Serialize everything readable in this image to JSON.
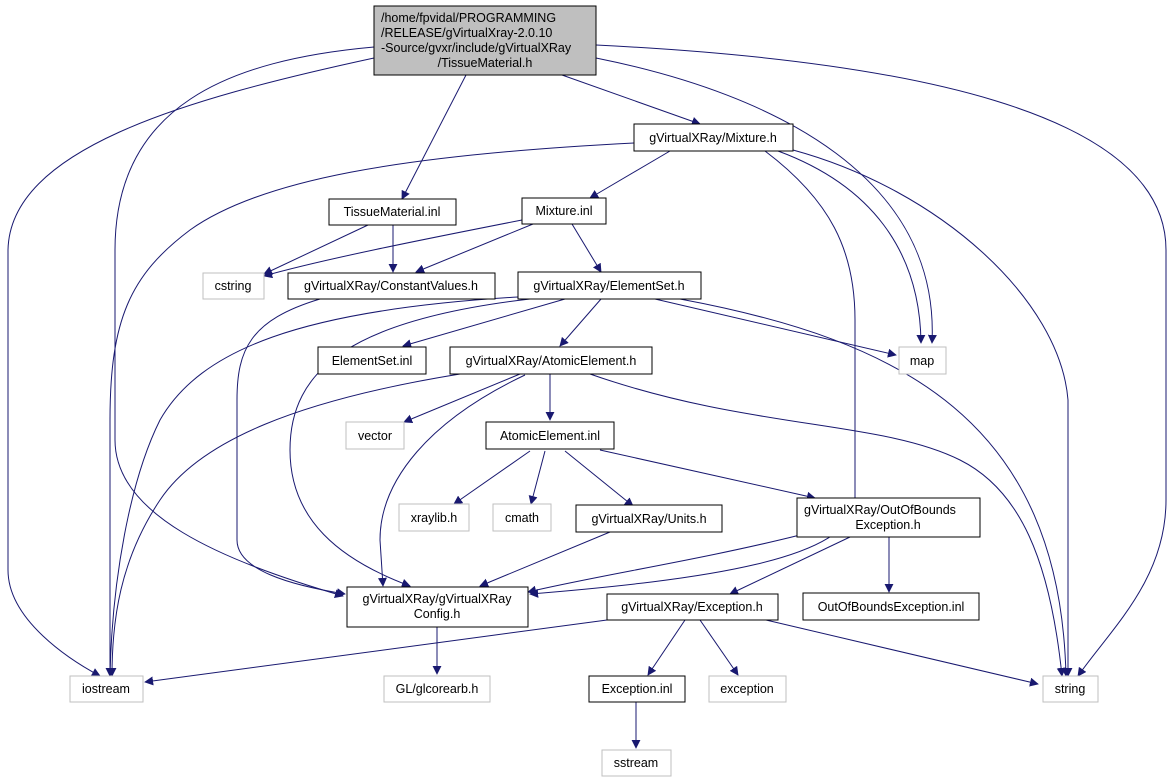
{
  "colors": {
    "edge": "#191970",
    "node_border": "#000000",
    "ext_border": "#bfbfbf",
    "root_fill": "#bfbfbf",
    "node_fill": "#ffffff"
  },
  "nodes": {
    "root": {
      "lines": [
        "/home/fpvidal/PROGRAMMING",
        "/RELEASE/gVirtualXray-2.0.10",
        "-Source/gvxr/include/gVirtualXRay",
        "/TissueMaterial.h"
      ]
    },
    "mixture_h": {
      "lines": [
        "gVirtualXRay/Mixture.h"
      ]
    },
    "tissuematerial_inl": {
      "lines": [
        "TissueMaterial.inl"
      ]
    },
    "mixture_inl": {
      "lines": [
        "Mixture.inl"
      ]
    },
    "cstring": {
      "lines": [
        "cstring"
      ]
    },
    "constantvalues_h": {
      "lines": [
        "gVirtualXRay/ConstantValues.h"
      ]
    },
    "elementset_h": {
      "lines": [
        "gVirtualXRay/ElementSet.h"
      ]
    },
    "elementset_inl": {
      "lines": [
        "ElementSet.inl"
      ]
    },
    "atomicelement_h": {
      "lines": [
        "gVirtualXRay/AtomicElement.h"
      ]
    },
    "map": {
      "lines": [
        "map"
      ]
    },
    "vector": {
      "lines": [
        "vector"
      ]
    },
    "atomicelement_inl": {
      "lines": [
        "AtomicElement.inl"
      ]
    },
    "xraylib_h": {
      "lines": [
        "xraylib.h"
      ]
    },
    "cmath": {
      "lines": [
        "cmath"
      ]
    },
    "units_h": {
      "lines": [
        "gVirtualXRay/Units.h"
      ]
    },
    "outofbounds_h": {
      "lines": [
        "gVirtualXRay/OutOfBounds",
        "Exception.h"
      ]
    },
    "config_h": {
      "lines": [
        "gVirtualXRay/gVirtualXRay",
        "Config.h"
      ]
    },
    "exception_h": {
      "lines": [
        "gVirtualXRay/Exception.h"
      ]
    },
    "outofbounds_inl": {
      "lines": [
        "OutOfBoundsException.inl"
      ]
    },
    "iostream": {
      "lines": [
        "iostream"
      ]
    },
    "glcorearb_h": {
      "lines": [
        "GL/glcorearb.h"
      ]
    },
    "exception_inl": {
      "lines": [
        "Exception.inl"
      ]
    },
    "exception": {
      "lines": [
        "exception"
      ]
    },
    "string": {
      "lines": [
        "string"
      ]
    },
    "sstream": {
      "lines": [
        "sstream"
      ]
    }
  }
}
